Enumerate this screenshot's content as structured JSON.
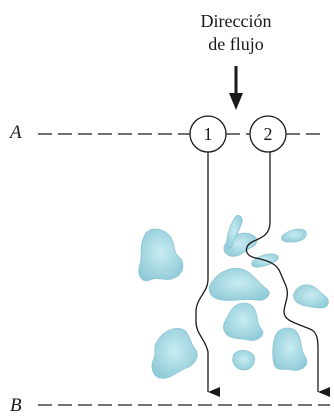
{
  "flow_direction": {
    "line1": "Dirección",
    "line2": "de flujo"
  },
  "lines": {
    "a_label": "A",
    "b_label": "B"
  },
  "paths": [
    {
      "number": "1"
    },
    {
      "number": "2"
    }
  ],
  "colors": {
    "particle_fill": "#a9d9e3",
    "particle_stroke": "#8fc6d2",
    "line": "#1a1a1a"
  }
}
